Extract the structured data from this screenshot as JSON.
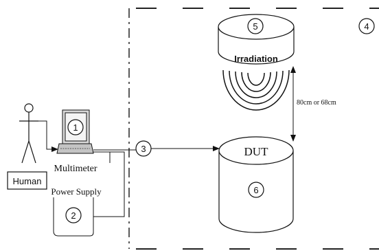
{
  "labels": {
    "human": "Human",
    "multimeter": "Multimeter",
    "power_supply": "Power Supply",
    "irradiation": "Irradiation",
    "dut": "DUT",
    "distance": "80cm or 68cm"
  },
  "markers": {
    "m1": "1",
    "m2": "2",
    "m3": "3",
    "m4": "4",
    "m5": "5",
    "m6": "6"
  }
}
